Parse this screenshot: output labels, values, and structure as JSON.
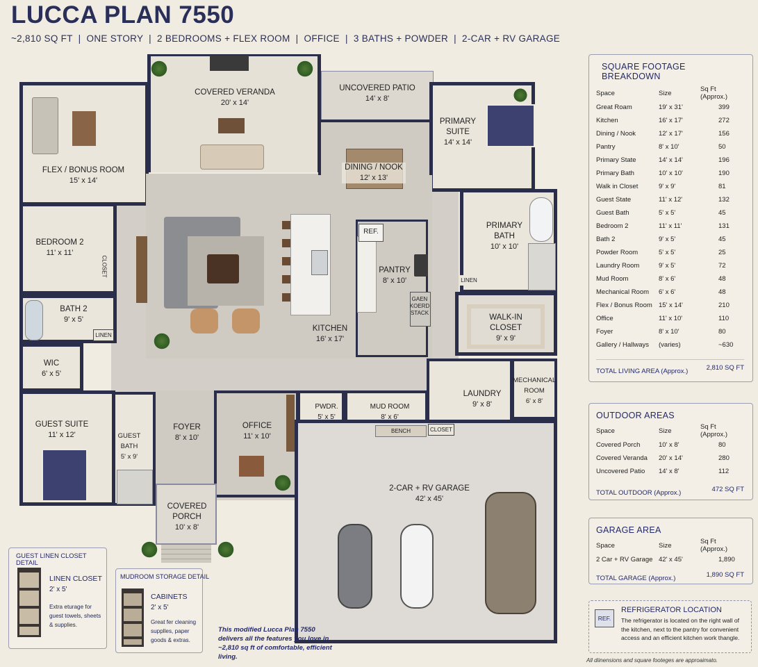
{
  "header": {
    "title": "LUCCA PLAN 7550",
    "subtitle": "~2,810 SQ FT  |  ONE STORY  |  2 BEDROOMS + FLEX ROOM  |  OFFICE  |  3 BATHS + POWDER  |  2-CAR + RV GARAGE"
  },
  "rooms": {
    "veranda": {
      "name": "COVERED VERANDA",
      "size": "20' x 14'"
    },
    "patio": {
      "name": "UNCOVERED PATIO",
      "size": "14' x 8'"
    },
    "flex": {
      "name": "FLEX / BONUS ROOM",
      "size": "15' x 14'"
    },
    "primary_suite": {
      "name": "PRIMARY\nSUITE",
      "size": "14' x 14'"
    },
    "dining": {
      "name": "DINING / NOOK",
      "size": "12' x 13'"
    },
    "bedroom2": {
      "name": "BEDROOM 2",
      "size": "11' x 11'"
    },
    "closet_v": "CLOSET",
    "primary_bath": {
      "name": "PRIMARY\nBATH",
      "size": "10' x 10'"
    },
    "ref": "REF.",
    "pantry": {
      "name": "PANTRY",
      "size": "8' x 10'"
    },
    "oven_stack": "GAEN\nKOERD\nSTACK",
    "linen_pb": "LINEN",
    "bath2": {
      "name": "BATH 2",
      "size": "9' x 5'"
    },
    "linen_b2": "LINEN",
    "kitchen": {
      "name": "KITCHEN",
      "size": "16' x 17'"
    },
    "walkin": {
      "name": "WALK-IN\nCLOSET",
      "size": "9' x 9'"
    },
    "wic": {
      "name": "WIC",
      "size": "6' x 5'"
    },
    "mechanical": {
      "name": "MECHANICAL\nROOM",
      "size": "6' x 8'"
    },
    "laundry": {
      "name": "LAUNDRY",
      "size": "9' x 8'"
    },
    "guest_suite": {
      "name": "GUEST SUITE",
      "size": "11' x 12'"
    },
    "foyer": {
      "name": "FOYER",
      "size": "8' x 10'"
    },
    "office": {
      "name": "OFFICE",
      "size": "11' x 10'"
    },
    "powder": {
      "name": "PWDR.",
      "size": "5' x 5'"
    },
    "mudroom": {
      "name": "MUD ROOM",
      "size": "8' x 6'"
    },
    "bench": "BENCH",
    "closet_mud": "CLOSET",
    "guest_bath": {
      "name": "GUEST\nBATH",
      "size": "5' x 9'"
    },
    "garage": {
      "name": "2-CAR + RV GARAGE",
      "size": "42' x 45'"
    },
    "porch": {
      "name": "COVERED\nPORCH",
      "size": "10' x 8'"
    }
  },
  "sqft": {
    "title": "SQUARE FOOTAGE BREAKDOWN",
    "headers": [
      "Space",
      "Size",
      "Sq Ft (Approx.)"
    ],
    "rows": [
      [
        "Great Roam",
        "19' x 31'",
        "399"
      ],
      [
        "Kitchen",
        "16' x 17'",
        "272"
      ],
      [
        "Dining / Nook",
        "12' x 17'",
        "156"
      ],
      [
        "Pantry",
        "8' x 10'",
        "50"
      ],
      [
        "Primary State",
        "14' x 14'",
        "196"
      ],
      [
        "Primary Bath",
        "10' x 10'",
        "190"
      ],
      [
        "Walk in Closet",
        "9' x 9'",
        "81"
      ],
      [
        "Guest State",
        "11' x 12'",
        "132"
      ],
      [
        "Guest Bath",
        "5' x 5'",
        "45"
      ],
      [
        "Bedroom 2",
        "11' x 11'",
        "131"
      ],
      [
        "Bath 2",
        "9' x 5'",
        "45"
      ],
      [
        "Powder Room",
        "5' x 5'",
        "25"
      ],
      [
        "Laundry Room",
        "9' x 5'",
        "72"
      ],
      [
        "Mud Room",
        "8' x 6'",
        "48"
      ],
      [
        "Mechanical Room",
        "6' x 6'",
        "48"
      ],
      [
        "Flex / Bonus Room",
        "15' x 14'",
        "210"
      ],
      [
        "Office",
        "11' x 10'",
        "110"
      ],
      [
        "Foyer",
        "8' x 10'",
        "80"
      ],
      [
        "Gallery / Hallways",
        "(varies)",
        "~630"
      ]
    ],
    "total_label": "TOTAL LIVING AREA (Approx.)",
    "total_value": "2,810 SQ FT"
  },
  "outdoor": {
    "title": "OUTDOOR AREAS",
    "headers": [
      "Space",
      "Size",
      "Sq Ft (Approx.)"
    ],
    "rows": [
      [
        "Covered Porch",
        "10' x 8'",
        "80"
      ],
      [
        "Covered Veranda",
        "20' x 14'",
        "280"
      ],
      [
        "Uncovered Patio",
        "14' x 8'",
        "112"
      ]
    ],
    "total_label": "TOTAL OUTDOOR (Approx.)",
    "total_value": "472 SQ FT"
  },
  "garage_area": {
    "title": "GARAGE AREA",
    "headers": [
      "Space",
      "Size",
      "Sq Ft (Approx.)"
    ],
    "rows": [
      [
        "2 Car + RV Garage",
        "42' x 45'",
        "1,890"
      ]
    ],
    "total_label": "TOTAL GARAGE (Approx.)",
    "total_value": "1,890 SQ FT"
  },
  "ref_note": {
    "badge": "REF.",
    "title": "REFRIGERATOR LOCATION",
    "text": "The refrigerator is located on the right wall of the kitchen, next to the pantry for convenient access and an efficient kitchen work thangle."
  },
  "footnote": "All diinensions and square footeges are approaimato.",
  "linen_detail": {
    "title": "GUEST LINEN CLOSET DETAIL",
    "name": "LINEN CLOSET",
    "size": "2' x 5'",
    "text": "Extra eturage for guest towels, sheets & supplies."
  },
  "mud_detail": {
    "title": "MUDROOM STORAGE DETAIL",
    "name": "CABINETS",
    "size": "2' x 5'",
    "text": "Great fer cleaning supplles, paper goods & extras."
  },
  "tagline": "This modified Lucca Plan 7550 delivers all the features you love in ~2,810 sq ft of comfortable, efficient living."
}
